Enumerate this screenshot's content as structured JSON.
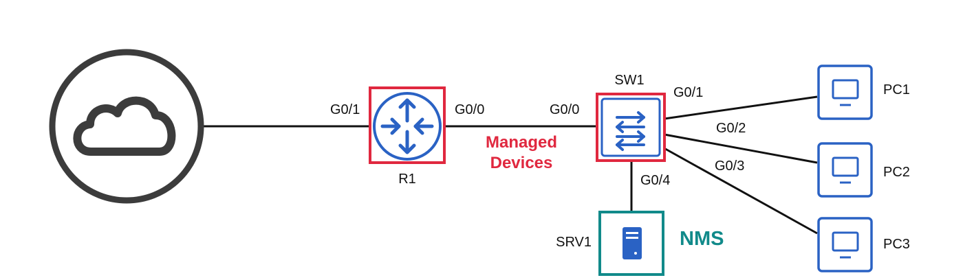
{
  "colors": {
    "managed": "#e0283f",
    "nms": "#118a8a",
    "device_blue": "#2a62c4",
    "cloud_gray": "#3c3c3c",
    "link": "#111111"
  },
  "router": {
    "name": "R1",
    "icon": "router-icon"
  },
  "switch": {
    "name": "SW1",
    "icon": "switch-icon"
  },
  "server": {
    "name": "SRV1",
    "icon": "server-icon"
  },
  "internet": {
    "icon": "cloud-icon"
  },
  "pcs": [
    {
      "name": "PC1",
      "icon": "monitor-icon"
    },
    {
      "name": "PC2",
      "icon": "monitor-icon"
    },
    {
      "name": "PC3",
      "icon": "monitor-icon"
    }
  ],
  "interfaces": {
    "r1_g01": "G0/1",
    "r1_g00": "G0/0",
    "sw1_g00": "G0/0",
    "sw1_g01": "G0/1",
    "sw1_g02": "G0/2",
    "sw1_g03": "G0/3",
    "sw1_g04": "G0/4"
  },
  "annotations": {
    "managed_line1": "Managed",
    "managed_line2": "Devices",
    "nms": "NMS"
  }
}
